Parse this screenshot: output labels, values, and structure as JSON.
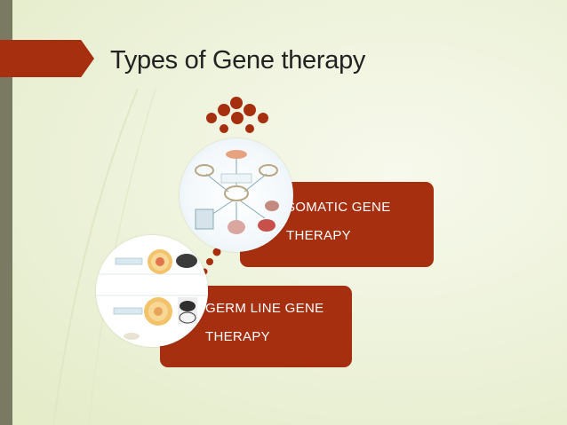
{
  "slide": {
    "title": "Types of Gene therapy",
    "items": [
      {
        "line1": "SOMATIC GENE",
        "line2": "THERAPY"
      },
      {
        "line1": "GERM LINE GENE",
        "line2": "THERAPY"
      }
    ],
    "colors": {
      "accent": "#a62f0f",
      "background": "#eef3dc",
      "left_bar": "#7a7a62",
      "text": "#222222"
    }
  }
}
